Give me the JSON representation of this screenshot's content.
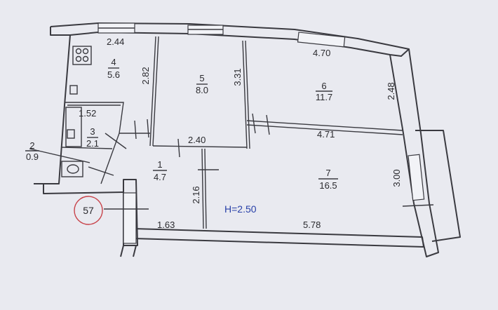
{
  "plan": {
    "rooms": [
      {
        "num": "4",
        "area": "5.6"
      },
      {
        "num": "5",
        "area": "8.0"
      },
      {
        "num": "6",
        "area": "11.7"
      },
      {
        "num": "3",
        "area": "2.1"
      },
      {
        "num": "2",
        "area": "0.9"
      },
      {
        "num": "1",
        "area": "4.7"
      },
      {
        "num": "7",
        "area": "16.5"
      }
    ],
    "dimensions": {
      "top_left": "2.44",
      "top_right": "4.70",
      "room4_height": "2.82",
      "room5_height": "3.31",
      "room6_height": "2.48",
      "bath_width": "1.52",
      "room1_width": "2.40",
      "room7_width": "4.71",
      "room7_height": "3.00",
      "hall_height": "2.16",
      "bottom_left": "1.63",
      "bottom_right": "5.78"
    },
    "ceiling_height": "H=2.50",
    "apartment_number": "57"
  }
}
